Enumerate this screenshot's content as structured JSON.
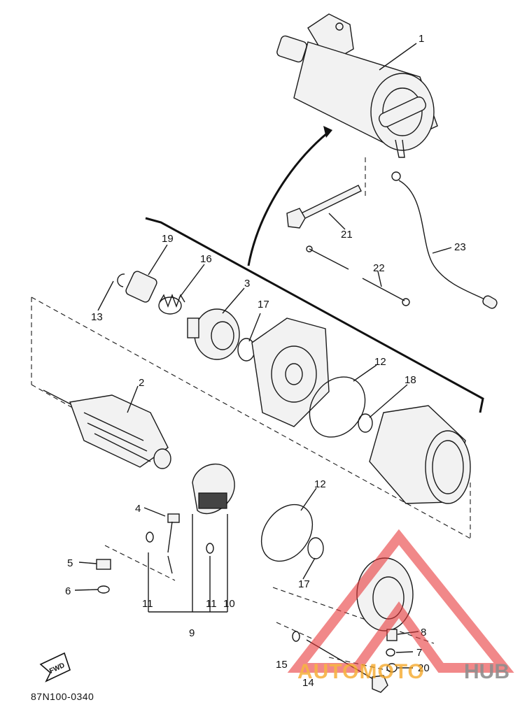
{
  "diagram": {
    "callouts": [
      {
        "id": "c1",
        "text": "1"
      },
      {
        "id": "c2",
        "text": "2"
      },
      {
        "id": "c3",
        "text": "3"
      },
      {
        "id": "c4",
        "text": "4"
      },
      {
        "id": "c5",
        "text": "5"
      },
      {
        "id": "c6",
        "text": "6"
      },
      {
        "id": "c7",
        "text": "7"
      },
      {
        "id": "c8",
        "text": "8"
      },
      {
        "id": "c9",
        "text": "9"
      },
      {
        "id": "c10",
        "text": "10"
      },
      {
        "id": "c11a",
        "text": "11"
      },
      {
        "id": "c11b",
        "text": "11"
      },
      {
        "id": "c12a",
        "text": "12"
      },
      {
        "id": "c12b",
        "text": "12"
      },
      {
        "id": "c13",
        "text": "13"
      },
      {
        "id": "c14",
        "text": "14"
      },
      {
        "id": "c15",
        "text": "15"
      },
      {
        "id": "c16",
        "text": "16"
      },
      {
        "id": "c17a",
        "text": "17"
      },
      {
        "id": "c17b",
        "text": "17"
      },
      {
        "id": "c18",
        "text": "18"
      },
      {
        "id": "c19",
        "text": "19"
      },
      {
        "id": "c20",
        "text": "20"
      },
      {
        "id": "c21",
        "text": "21"
      },
      {
        "id": "c22",
        "text": "22"
      },
      {
        "id": "c23",
        "text": "23"
      }
    ],
    "fwd_label": "FWD",
    "drawing_code": "87N100-0340"
  },
  "watermark": {
    "text_auto": "AUTOMOTO",
    "text_hub": "HUB",
    "color_red": "#e8393a",
    "color_orange": "#f6a623",
    "color_gray": "#7a7a7a"
  }
}
